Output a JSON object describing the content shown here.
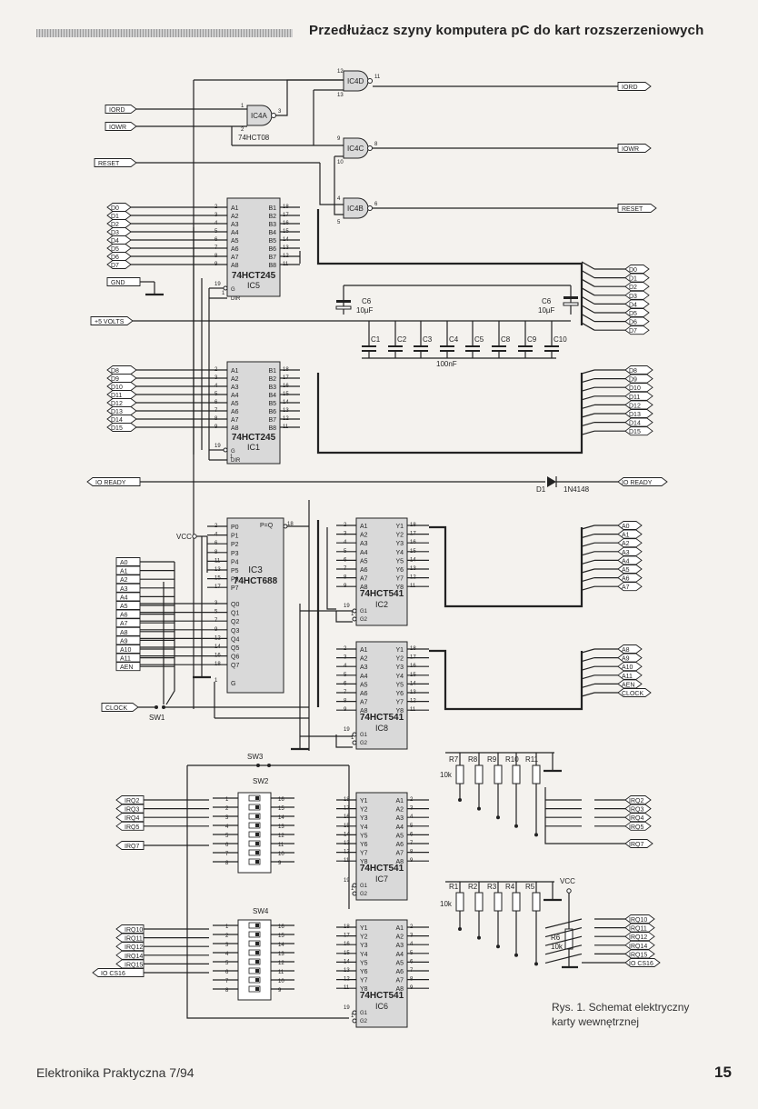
{
  "header": {
    "title": "Przedłużacz szyny komputera pC do kart rozszerzeniowych"
  },
  "footer": {
    "publication": "Elektronika Praktyczna 7/94",
    "page_number": "15"
  },
  "caption": {
    "line1": "Rys. 1. Schemat elektryczny",
    "line2": "karty wewnętrznej"
  },
  "gates": [
    {
      "id": "IC4D",
      "pins": [
        "12",
        "13",
        "11"
      ]
    },
    {
      "id": "IC4A",
      "pins": [
        "1",
        "2",
        "3"
      ],
      "part": "74HCT08"
    },
    {
      "id": "IC4C",
      "pins": [
        "9",
        "10",
        "8"
      ]
    },
    {
      "id": "IC4B",
      "pins": [
        "4",
        "5",
        "6"
      ]
    }
  ],
  "control_signals": {
    "in": [
      "IORD",
      "IOWR",
      "RESET"
    ],
    "out": [
      "IORD",
      "IOWR",
      "RESET"
    ]
  },
  "chips": {
    "ic5": {
      "part": "74HCT245",
      "ref": "IC5",
      "left_pins": [
        "A1",
        "A2",
        "A3",
        "A4",
        "A5",
        "A6",
        "A7",
        "A8"
      ],
      "right_pins": [
        "B1",
        "B2",
        "B3",
        "B4",
        "B5",
        "B6",
        "B7",
        "B8"
      ],
      "left_nums": [
        "2",
        "3",
        "4",
        "5",
        "6",
        "7",
        "8",
        "9"
      ],
      "right_nums": [
        "18",
        "17",
        "16",
        "15",
        "14",
        "13",
        "12",
        "11"
      ],
      "ctrl": [
        "G",
        "DIR"
      ],
      "ctrl_nums": [
        "19",
        "1"
      ]
    },
    "ic1": {
      "part": "74HCT245",
      "ref": "IC1",
      "left_pins": [
        "A1",
        "A2",
        "A3",
        "A4",
        "A5",
        "A6",
        "A7",
        "A8"
      ],
      "right_pins": [
        "B1",
        "B2",
        "B3",
        "B4",
        "B5",
        "B6",
        "B7",
        "B8"
      ],
      "left_nums": [
        "2",
        "3",
        "4",
        "5",
        "6",
        "7",
        "8",
        "9"
      ],
      "right_nums": [
        "18",
        "17",
        "16",
        "15",
        "14",
        "13",
        "12",
        "11"
      ],
      "ctrl": [
        "G",
        "DIR"
      ],
      "ctrl_nums": [
        "19",
        "1"
      ]
    },
    "ic3": {
      "part": "74HCT688",
      "ref": "IC3",
      "p_pins": [
        "P0",
        "P1",
        "P2",
        "P3",
        "P4",
        "P5",
        "P6",
        "P7"
      ],
      "p_nums": [
        "2",
        "4",
        "6",
        "8",
        "11",
        "13",
        "15",
        "17"
      ],
      "q_pins": [
        "Q0",
        "Q1",
        "Q2",
        "Q3",
        "Q4",
        "Q5",
        "Q6",
        "Q7"
      ],
      "q_nums": [
        "3",
        "5",
        "7",
        "9",
        "12",
        "14",
        "16",
        "18"
      ],
      "out_pin": "P=Q",
      "out_num": "18",
      "g_pin": "G",
      "g_num": "1"
    },
    "ic2": {
      "part": "74HCT541",
      "ref": "IC2",
      "left_pins": [
        "A1",
        "A2",
        "A3",
        "A4",
        "A5",
        "A6",
        "A7",
        "A8"
      ],
      "right_pins": [
        "Y1",
        "Y2",
        "Y3",
        "Y4",
        "Y5",
        "Y6",
        "Y7",
        "Y8"
      ],
      "left_nums": [
        "2",
        "3",
        "4",
        "5",
        "6",
        "7",
        "8",
        "9"
      ],
      "right_nums": [
        "18",
        "17",
        "16",
        "15",
        "14",
        "13",
        "12",
        "11"
      ],
      "ctrl": [
        "G1",
        "G2"
      ],
      "ctrl_nums": [
        "19",
        "1"
      ]
    },
    "ic8": {
      "part": "74HCT541",
      "ref": "IC8",
      "left_pins": [
        "A1",
        "A2",
        "A3",
        "A4",
        "A5",
        "A6",
        "A7",
        "A8"
      ],
      "right_pins": [
        "Y1",
        "Y2",
        "Y3",
        "Y4",
        "Y5",
        "Y6",
        "Y7",
        "Y8"
      ],
      "left_nums": [
        "2",
        "3",
        "4",
        "5",
        "6",
        "7",
        "8",
        "9"
      ],
      "right_nums": [
        "18",
        "17",
        "16",
        "15",
        "14",
        "13",
        "12",
        "11"
      ],
      "ctrl": [
        "G1",
        "G2"
      ],
      "ctrl_nums": [
        "19",
        "1"
      ]
    },
    "ic7": {
      "part": "74HCT541",
      "ref": "IC7",
      "left_pins": [
        "Y1",
        "Y2",
        "Y3",
        "Y4",
        "Y5",
        "Y6",
        "Y7",
        "Y8"
      ],
      "right_pins": [
        "A1",
        "A2",
        "A3",
        "A4",
        "A5",
        "A6",
        "A7",
        "A8"
      ],
      "left_nums": [
        "18",
        "17",
        "16",
        "15",
        "14",
        "13",
        "12",
        "11"
      ],
      "right_nums": [
        "2",
        "3",
        "4",
        "5",
        "6",
        "7",
        "8",
        "9"
      ],
      "ctrl": [
        "G1",
        "G2"
      ],
      "ctrl_nums": [
        "19",
        "1"
      ]
    },
    "ic6": {
      "part": "74HCT541",
      "ref": "IC6",
      "left_pins": [
        "Y1",
        "Y2",
        "Y3",
        "Y4",
        "Y5",
        "Y6",
        "Y7",
        "Y8"
      ],
      "right_pins": [
        "A1",
        "A2",
        "A3",
        "A4",
        "A5",
        "A6",
        "A7",
        "A8"
      ],
      "left_nums": [
        "18",
        "17",
        "16",
        "15",
        "14",
        "13",
        "12",
        "11"
      ],
      "right_nums": [
        "2",
        "3",
        "4",
        "5",
        "6",
        "7",
        "8",
        "9"
      ],
      "ctrl": [
        "G1",
        "G2"
      ],
      "ctrl_nums": [
        "19",
        "1"
      ]
    }
  },
  "bus_labels": {
    "data_lo": [
      "D0",
      "D1",
      "D2",
      "D3",
      "D4",
      "D5",
      "D6",
      "D7"
    ],
    "data_hi": [
      "D8",
      "D9",
      "D10",
      "D11",
      "D12",
      "D13",
      "D14",
      "D15"
    ],
    "addr_in": [
      "A0",
      "A1",
      "A2",
      "A3",
      "A4",
      "A5",
      "A6",
      "A7",
      "A8",
      "A9",
      "A10",
      "A11",
      "AEN"
    ],
    "addr_lo_out": [
      "A0",
      "A1",
      "A2",
      "A3",
      "A4",
      "A5",
      "A6",
      "A7"
    ],
    "addr_hi_out": [
      "A8",
      "A9",
      "A10",
      "A11",
      "AEN",
      "CLOCK"
    ],
    "irq_in": [
      "IRQ2",
      "IRQ3",
      "IRQ4",
      "IRQ5"
    ],
    "irq7": "IRQ7",
    "irq_hi_in": [
      "IRQ10",
      "IRQ11",
      "IRQ12",
      "IRQ14",
      "IRQ15"
    ],
    "io_cs16": "IO CS16"
  },
  "misc_labels": {
    "gnd": "GND",
    "vcc": "VCC",
    "plus5": "+5 VOLTS",
    "io_ready": "IO READY",
    "clock": "CLOCK",
    "diode": "D1",
    "diode_part": "1N4148",
    "sw1": "SW1",
    "sw2": "SW2",
    "sw3": "SW3",
    "sw4": "SW4",
    "r_10k": "10k",
    "r6": "R6"
  },
  "capacitors": {
    "c6a": {
      "name": "C6",
      "value": "10µF"
    },
    "c6b": {
      "name": "C6",
      "value": "10µF"
    },
    "small": [
      "C1",
      "C2",
      "C3",
      "C4",
      "C5",
      "C8",
      "C9",
      "C10"
    ],
    "small_value": "100nF"
  },
  "resistors_top": [
    "R7",
    "R8",
    "R9",
    "R10",
    "R11"
  ],
  "resistors_bottom": [
    "R1",
    "R2",
    "R3",
    "R4",
    "R5"
  ],
  "dip_left_nums": [
    "1",
    "2",
    "3",
    "4",
    "5",
    "6",
    "7",
    "8"
  ],
  "dip_right_nums": [
    "16",
    "15",
    "14",
    "13",
    "12",
    "11",
    "10",
    "9"
  ]
}
